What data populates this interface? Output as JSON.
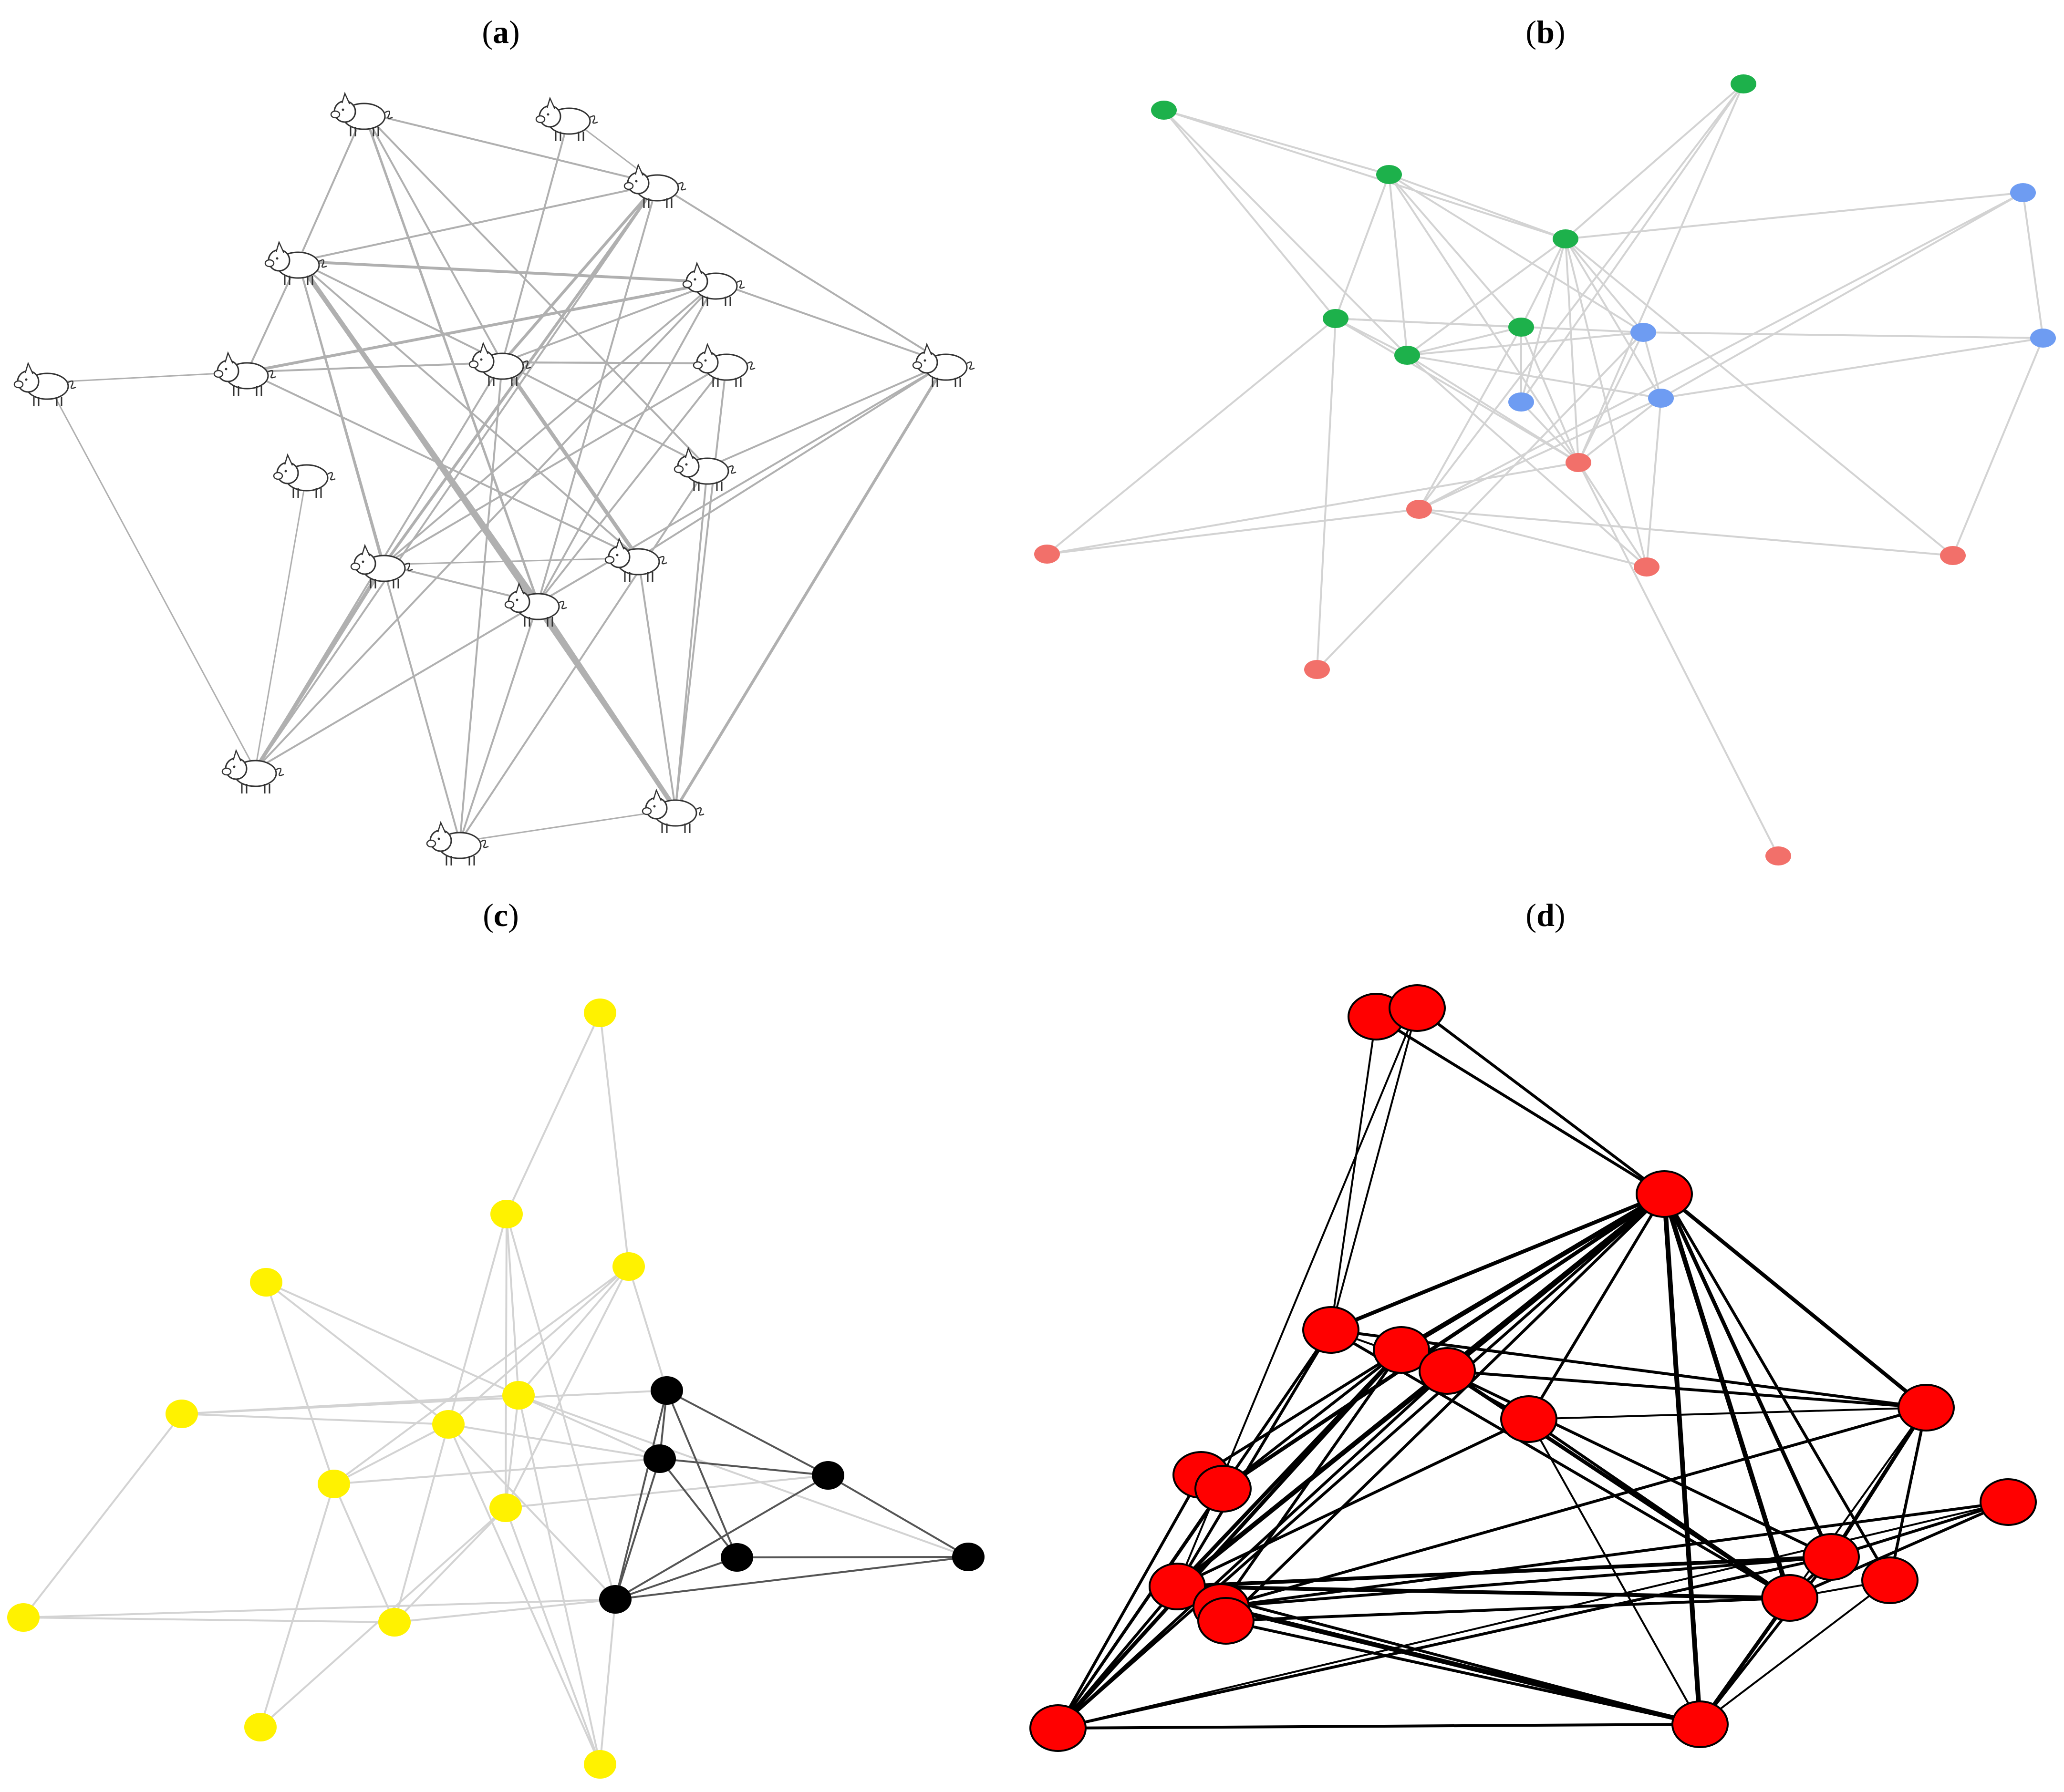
{
  "panels": {
    "a": {
      "label": "a"
    },
    "b": {
      "label": "b"
    },
    "c": {
      "label": "c"
    },
    "d": {
      "label": "d"
    }
  },
  "colors": {
    "edge_light": "#d3d3d3",
    "edge_mid": "#b0b0b0",
    "edge_dark": "#555555",
    "edge_black": "#000000",
    "green": "#1db14b",
    "blue": "#6e9cf2",
    "salmon": "#f2706a",
    "yellow": "#fff200",
    "black": "#000000",
    "red": "#ff0000"
  },
  "icons": {
    "node_a": "pig-icon"
  }
}
